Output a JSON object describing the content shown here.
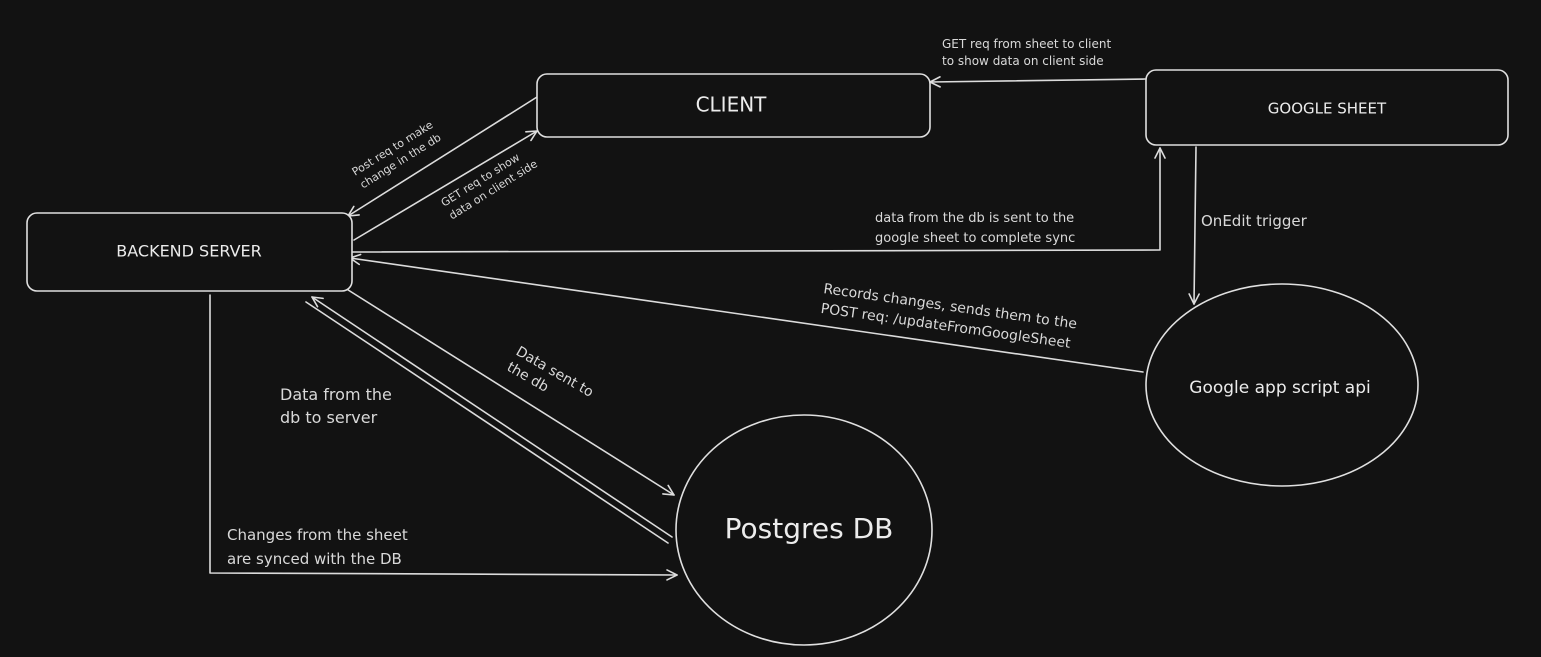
{
  "diagram": {
    "nodes": {
      "client": "CLIENT",
      "google_sheet": "GOOGLE SHEET",
      "backend": "BACKEND SERVER",
      "apps_script": "Google app script api",
      "postgres": "Postgres DB"
    },
    "edges": {
      "sheet_to_client": [
        "GET req from sheet to client",
        "to show data on client side"
      ],
      "backend_to_sheet": [
        "data from the db is sent to the",
        "google sheet to complete sync"
      ],
      "onedit_trigger": [
        "OnEdit trigger"
      ],
      "script_to_backend": [
        "Records changes, sends them to the",
        "POST req: /updateFromGoogleSheet"
      ],
      "client_post": [
        "Post req to make",
        "change in the db"
      ],
      "client_get": [
        "GET req to show",
        "data on client side"
      ],
      "db_to_server": [
        "Data from the",
        "db to server"
      ],
      "sent_to_db": [
        "Data sent to",
        "the db"
      ],
      "sheet_changes": [
        "Changes from the sheet",
        "are synced with the DB"
      ]
    }
  }
}
